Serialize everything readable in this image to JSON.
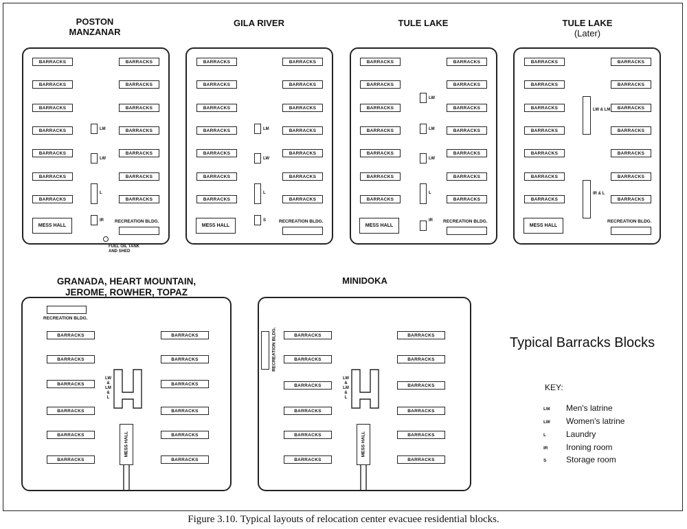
{
  "labels": {
    "barracks": "BARRACKS",
    "mess_hall": "MESS HALL",
    "recreation": "RECREATION BLDG.",
    "mess_hall_vertical": "MESS HALL"
  },
  "panels": {
    "poston": {
      "title_lines": [
        "POSTON",
        "MANZANAR"
      ],
      "facilities": [
        "LM",
        "LW",
        "L",
        "IR"
      ],
      "extra_note": [
        "FUEL OIL TANK",
        "AND SHED"
      ]
    },
    "gila": {
      "title_lines": [
        "GILA RIVER"
      ],
      "facilities": [
        "LM",
        "LW",
        "L",
        "S"
      ]
    },
    "tule": {
      "title_lines": [
        "TULE LAKE"
      ],
      "facilities": [
        "LW",
        "LM",
        "LW",
        "L",
        "IR"
      ]
    },
    "tule_later": {
      "title_lines": [
        "TULE LAKE",
        "(Later)"
      ],
      "facilities": [
        "LW & LM",
        "IR & L"
      ]
    },
    "granada": {
      "title_lines": [
        "GRANADA, HEART MOUNTAIN,",
        "JEROME, ROWHER, TOPAZ"
      ],
      "side_labels": [
        "LW",
        "&",
        "LM",
        "&",
        "L"
      ]
    },
    "minidoka": {
      "title_lines": [
        "MINIDOKA"
      ],
      "side_labels": [
        "LW",
        "&",
        "LM",
        "&",
        "L"
      ]
    }
  },
  "main_title": "Typical Barracks Blocks",
  "key": {
    "title": "KEY:",
    "items": [
      {
        "abbr": "LM",
        "text": "Men's latrine"
      },
      {
        "abbr": "LW",
        "text": "Women's latrine"
      },
      {
        "abbr": "L",
        "text": "Laundry"
      },
      {
        "abbr": "IR",
        "text": "Ironing room"
      },
      {
        "abbr": "S",
        "text": "Storage room"
      }
    ]
  },
  "caption": "Figure 3.10. Typical layouts of relocation center evacuee residential blocks."
}
